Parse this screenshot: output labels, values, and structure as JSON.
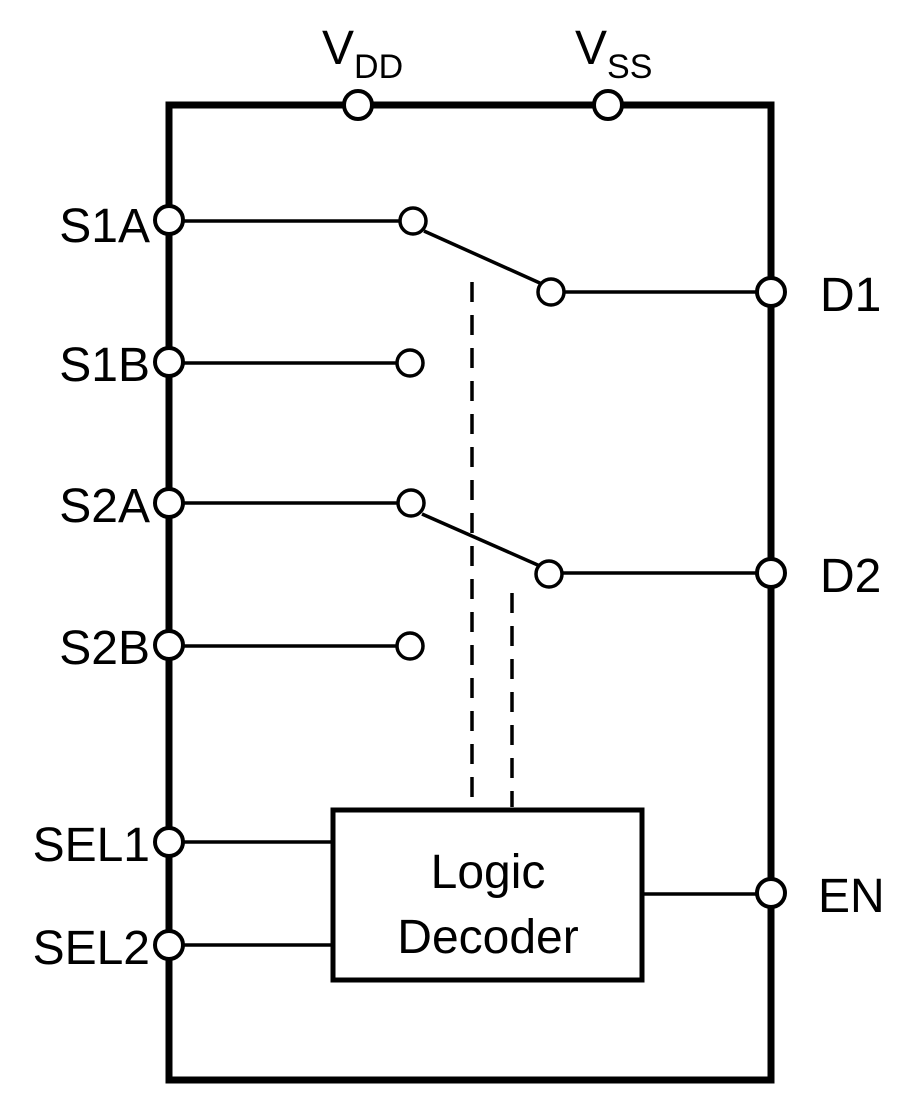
{
  "pins": {
    "vdd": {
      "main": "V",
      "sub": "DD"
    },
    "vss": {
      "main": "V",
      "sub": "SS"
    },
    "s1a": "S1A",
    "s1b": "S1B",
    "s2a": "S2A",
    "s2b": "S2B",
    "sel1": "SEL1",
    "sel2": "SEL2",
    "d1": "D1",
    "d2": "D2",
    "en": "EN"
  },
  "block": {
    "line1": "Logic",
    "line2": "Decoder"
  },
  "colors": {
    "line": "#000000",
    "background": "#ffffff"
  }
}
